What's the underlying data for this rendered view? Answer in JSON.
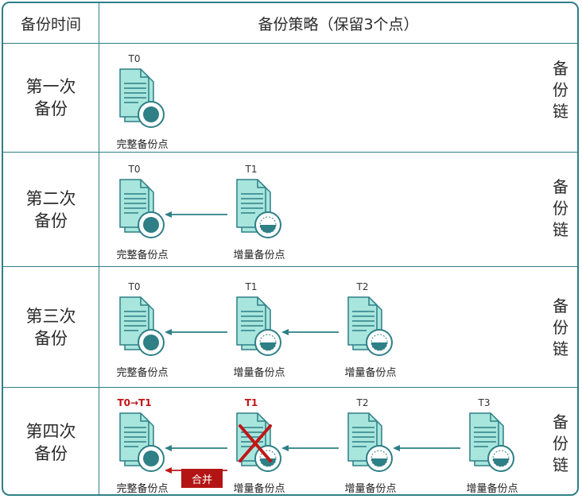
{
  "header": {
    "time_col": "备份时间",
    "strategy_col": "备份策略（保留3个点）"
  },
  "chain_label": [
    "备",
    "份",
    "链"
  ],
  "rows": [
    {
      "time": [
        "第一次",
        "备份"
      ],
      "nodes": [
        {
          "t": "T0",
          "label": "完整备份点",
          "kind": "full"
        }
      ]
    },
    {
      "time": [
        "第二次",
        "备份"
      ],
      "nodes": [
        {
          "t": "T0",
          "label": "完整备份点",
          "kind": "full"
        },
        {
          "t": "T1",
          "label": "增量备份点",
          "kind": "incr"
        }
      ]
    },
    {
      "time": [
        "第三次",
        "备份"
      ],
      "nodes": [
        {
          "t": "T0",
          "label": "完整备份点",
          "kind": "full"
        },
        {
          "t": "T1",
          "label": "增量备份点",
          "kind": "incr"
        },
        {
          "t": "T2",
          "label": "增量备份点",
          "kind": "incr"
        }
      ]
    },
    {
      "time": [
        "第四次",
        "备份"
      ],
      "nodes": [
        {
          "t": "T0→T1",
          "label": "完整备份点",
          "kind": "full"
        },
        {
          "t": "T1",
          "label": "增量备份点",
          "kind": "incr-deleted"
        },
        {
          "t": "T2",
          "label": "增量备份点",
          "kind": "incr"
        },
        {
          "t": "T3",
          "label": "增量备份点",
          "kind": "incr"
        }
      ],
      "merge_label": "合并"
    }
  ],
  "colors": {
    "teal": "#2e7f86",
    "doc_fill": "#a8e6dd",
    "doc_stroke": "#2e7f86",
    "red": "#c01717"
  }
}
